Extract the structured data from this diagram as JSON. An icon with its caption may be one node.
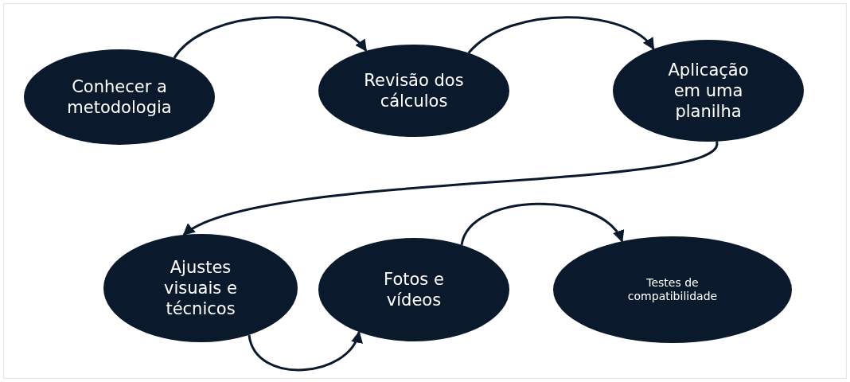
{
  "diagram": {
    "nodes": [
      {
        "text": [
          "Conhecer a metodologia"
        ]
      },
      {
        "text": [
          "Revisão dos cálculos"
        ]
      },
      {
        "text": [
          "Aplicação em uma planilha"
        ]
      },
      {
        "text": [
          "Ajustes visuais e técnicos"
        ]
      },
      {
        "text": [
          "Fotos e vídeos"
        ]
      },
      {
        "text": [
          "Testes de compatibilidade"
        ]
      }
    ],
    "edges": [
      {
        "from": 0,
        "to": 1,
        "arrow": "to"
      },
      {
        "from": 1,
        "to": 2,
        "arrow": "to"
      },
      {
        "from": 2,
        "to": 3,
        "arrow": "to"
      },
      {
        "from": 3,
        "to": 4,
        "arrow": "to"
      },
      {
        "from": 4,
        "to": 5,
        "arrow": "to"
      }
    ]
  }
}
